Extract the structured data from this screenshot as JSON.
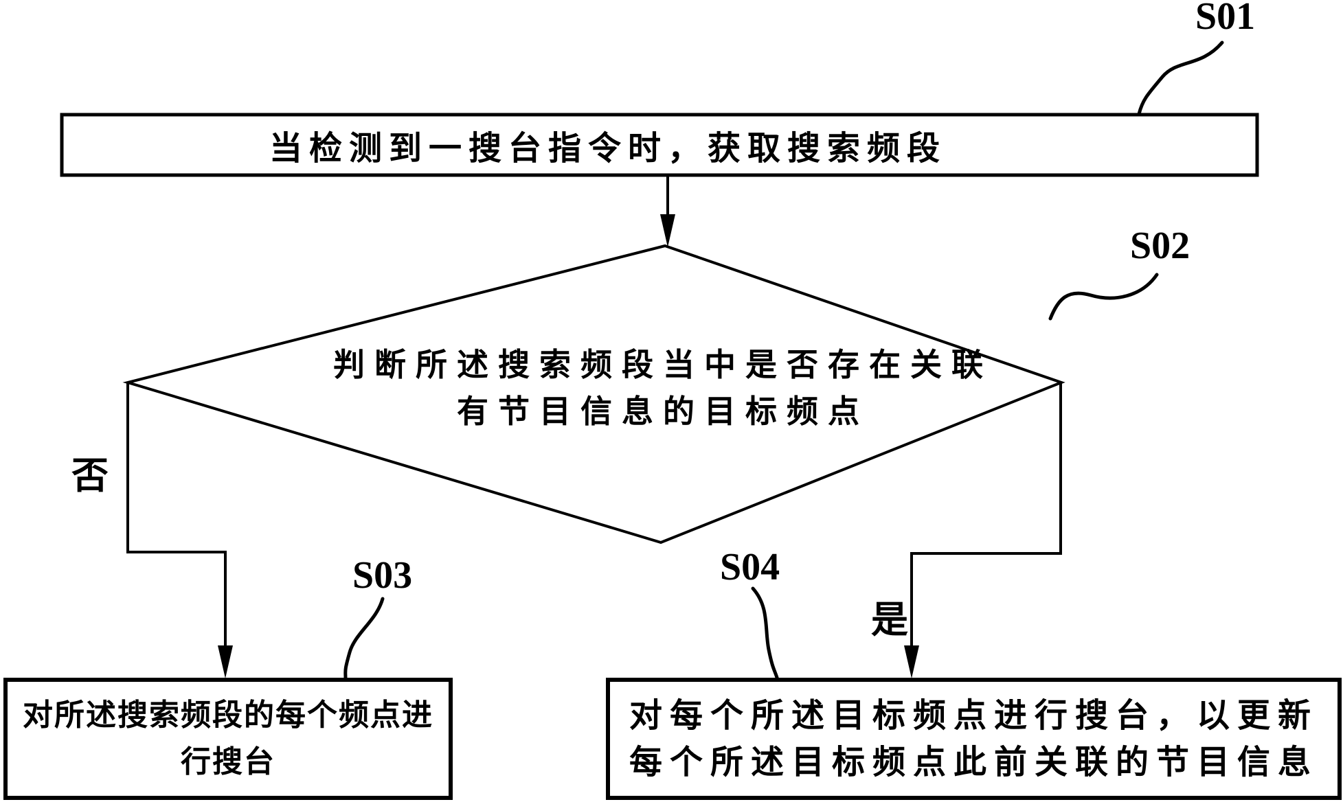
{
  "figure": {
    "background": "#ffffff",
    "line_color": "#000000",
    "nodes": {
      "start": {
        "label": "S01",
        "text": "当检测到一搜台指令时，获取搜索频段"
      },
      "decision": {
        "label": "S02",
        "line1": "判断所述搜索频段当中是否存在关联",
        "line2": "有节目信息的目标频点"
      },
      "no_box": {
        "label": "S03",
        "line1": "对所述搜索频段的每个频点进",
        "line2": "行搜台"
      },
      "yes_box": {
        "label": "S04",
        "line1": "对每个所述目标频点进行搜台，以更新",
        "line2": "每个所述目标频点此前关联的节目信息"
      }
    },
    "edges": {
      "no_label": "否",
      "yes_label": "是"
    }
  }
}
